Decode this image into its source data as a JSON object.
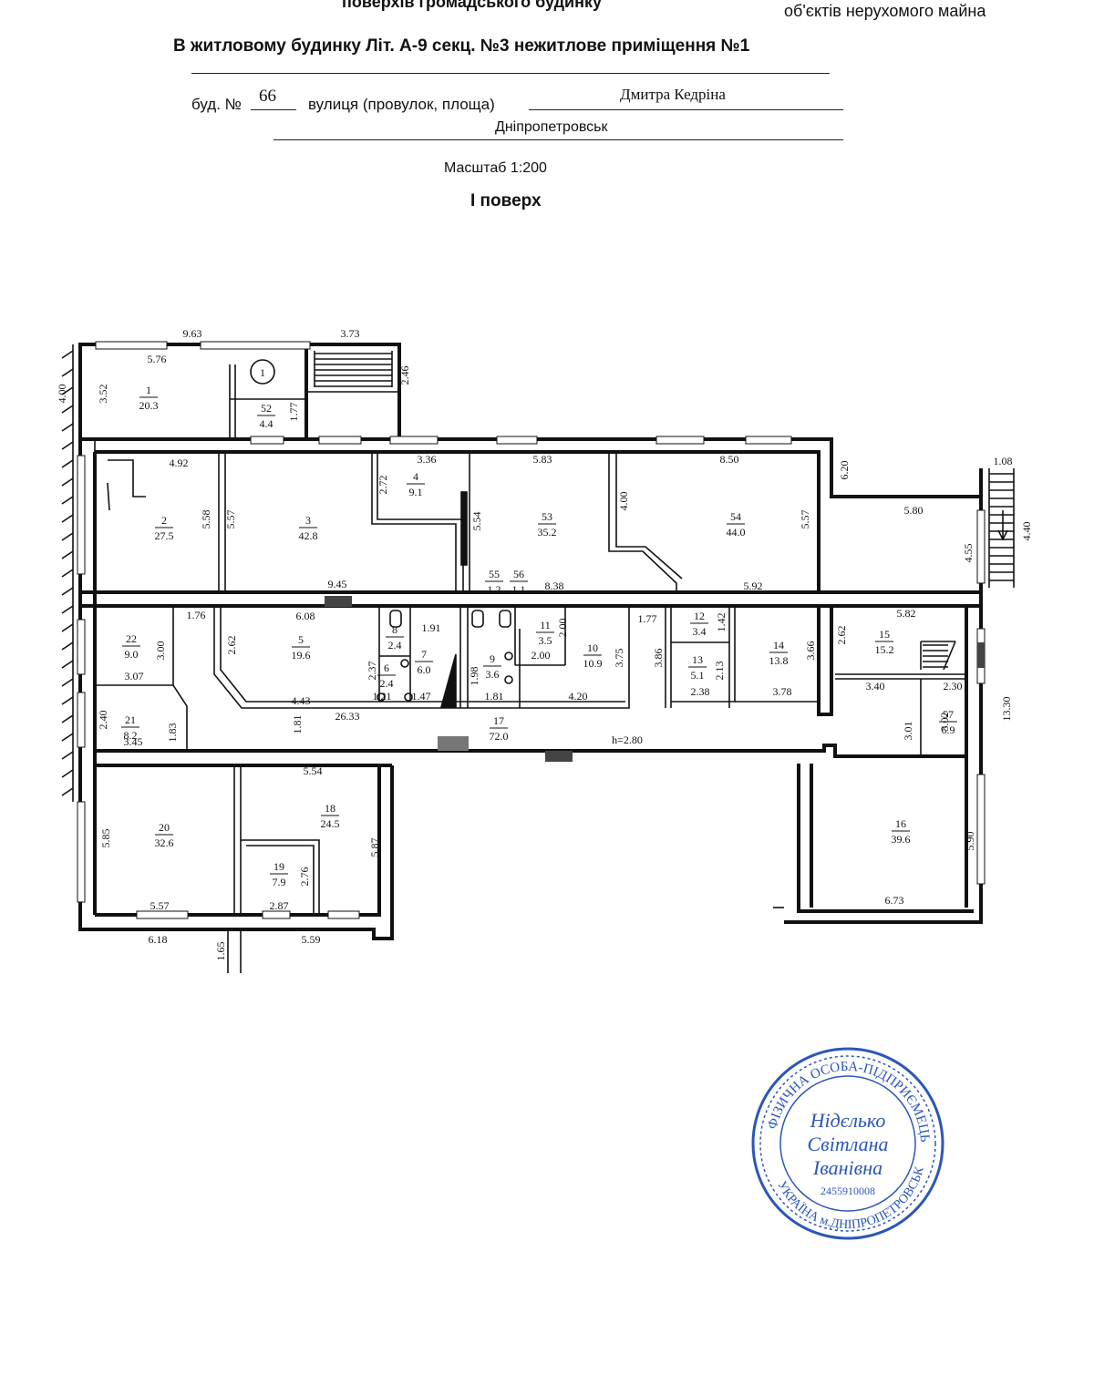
{
  "header": {
    "top_center": "поверхів громадського будинку",
    "top_right": "об'єктів нерухомого майна",
    "title": "В житловому будинку Літ. А-9 секц. №3 нежитлове приміщення №1",
    "bud_label": "буд. №",
    "bud_number": "66",
    "street_label": "вулиця (провулок, площа)",
    "street_value": "Дмитра Кедріна",
    "city": "Дніпропетровськ",
    "scale": "Масштаб 1:200",
    "floor": "І поверх"
  },
  "rooms": [
    {
      "n": "1",
      "area": "20.3"
    },
    {
      "n": "52",
      "area": "4.4"
    },
    {
      "n": "2",
      "area": "27.5"
    },
    {
      "n": "3",
      "area": "42.8"
    },
    {
      "n": "4",
      "area": "9.1"
    },
    {
      "n": "53",
      "area": "35.2"
    },
    {
      "n": "54",
      "area": "44.0"
    },
    {
      "n": "55",
      "area": "1.2"
    },
    {
      "n": "56",
      "area": "1.1"
    },
    {
      "n": "22",
      "area": "9.0"
    },
    {
      "n": "5",
      "area": "19.6"
    },
    {
      "n": "8",
      "area": "2.4"
    },
    {
      "n": "7",
      "area": "6.0"
    },
    {
      "n": "6",
      "area": "2.4"
    },
    {
      "n": "9",
      "area": "3.6"
    },
    {
      "n": "11",
      "area": "3.5"
    },
    {
      "n": "10",
      "area": "10.9"
    },
    {
      "n": "12",
      "area": "3.4"
    },
    {
      "n": "13",
      "area": "5.1"
    },
    {
      "n": "14",
      "area": "13.8"
    },
    {
      "n": "15",
      "area": "15.2"
    },
    {
      "n": "21",
      "area": "8.2"
    },
    {
      "n": "17",
      "area": "72.0"
    },
    {
      "n": "57",
      "area": "6.9"
    },
    {
      "n": "20",
      "area": "32.6"
    },
    {
      "n": "18",
      "area": "24.5"
    },
    {
      "n": "19",
      "area": "7.9"
    },
    {
      "n": "16",
      "area": "39.6"
    }
  ],
  "dimensions": [
    "9.63",
    "3.73",
    "5.76",
    "4.00",
    "3.52",
    "2.46",
    "1.77",
    "4.92",
    "3.36",
    "5.83",
    "8.50",
    "6.20",
    "1.08",
    "2.72",
    "5.58",
    "5.57",
    "5.54",
    "4.00",
    "5.57",
    "5.80",
    "4.55",
    "4.40",
    "9.45",
    "8.38",
    "5.92",
    "1.76",
    "6.08",
    "1.91",
    "2.00",
    "1.77",
    "1.42",
    "5.82",
    "3.00",
    "2.62",
    "3.75",
    "3.86",
    "3.66",
    "2.62",
    "2.37",
    "1.98",
    "2.00",
    "2.13",
    "3.07",
    "1.21",
    "1.47",
    "1.81",
    "4.20",
    "2.38",
    "3.78",
    "3.40",
    "2.30",
    "2.40",
    "4.43",
    "26.33",
    "1.81",
    "3.01",
    "3.02",
    "13.30",
    "1.83",
    "3.45",
    "h=2.80",
    "5.54",
    "5.85",
    "5.87",
    "2.76",
    "5.57",
    "2.87",
    "5.90",
    "6.73",
    "6.18",
    "1.65",
    "5.59"
  ],
  "circle_marker": "1",
  "stamp": {
    "ring_text": "ФІЗИЧНА ОСОБА-ПІДПРИЄМЕЦЬ",
    "ring_bottom": "УКРАЇНА м.ДНІПРОПЕТРОВСЬК",
    "line1": "Нідєлько",
    "line2": "Світлана",
    "line3": "Іванівна",
    "code": "2455910008",
    "color": "#2b56b8"
  }
}
